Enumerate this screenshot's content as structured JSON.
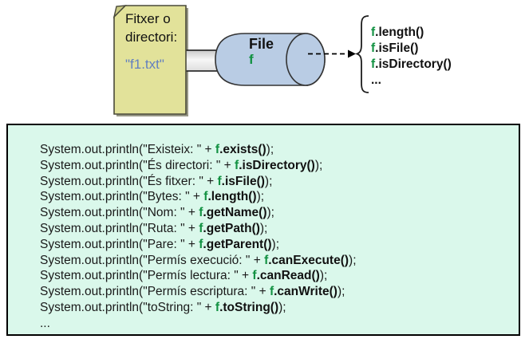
{
  "colors": {
    "accent_green": "#119141",
    "document_fill": "#e2e29a",
    "cylinder_fill": "#b9cce4",
    "code_box_background": "#daf8eb",
    "filename_blue": "#6380c0"
  },
  "diagram": {
    "document": {
      "label": "Fitxer o directori:",
      "filename": "\"f1.txt\""
    },
    "cylinder": {
      "title": "File",
      "variable": "f"
    },
    "methods": [
      {
        "var": "f",
        "rest": ".length()"
      },
      {
        "var": "f",
        "rest": ".isFile()"
      },
      {
        "var": "f",
        "rest": ".isDirectory()"
      },
      {
        "text": "..."
      }
    ]
  },
  "code": {
    "lines": [
      {
        "pre": "System.out.println(\"Existeix: \" + ",
        "var": "f",
        "method": ".exists()",
        "post": ");"
      },
      {
        "pre": "System.out.println(\"És directori: \" + ",
        "var": "f",
        "method": ".isDirectory()",
        "post": ");"
      },
      {
        "pre": "System.out.println(\"És fitxer: \" + ",
        "var": "f",
        "method": ".isFile()",
        "post": ");"
      },
      {
        "pre": "System.out.println(\"Bytes: \" + ",
        "var": "f",
        "method": ".length()",
        "post": ");"
      },
      {
        "pre": "System.out.println(\"Nom: \" + ",
        "var": "f",
        "method": ".getName()",
        "post": ");"
      },
      {
        "pre": "System.out.println(\"Ruta: \" + ",
        "var": "f",
        "method": ".getPath()",
        "post": ");"
      },
      {
        "pre": "System.out.println(\"Pare: \" + ",
        "var": "f",
        "method": ".getParent()",
        "post": ");"
      },
      {
        "pre": "System.out.println(\"Permís execució: \" + ",
        "var": "f",
        "method": ".canExecute()",
        "post": ");"
      },
      {
        "pre": "System.out.println(\"Permís lectura: \" + ",
        "var": "f",
        "method": ".canRead()",
        "post": ");"
      },
      {
        "pre": "System.out.println(\"Permís escriptura: \" + ",
        "var": "f",
        "method": ".canWrite()",
        "post": ");"
      },
      {
        "pre": "System.out.println(\"toString: \" + ",
        "var": "f",
        "method": ".toString()",
        "post": ");"
      },
      {
        "text": "..."
      }
    ]
  }
}
